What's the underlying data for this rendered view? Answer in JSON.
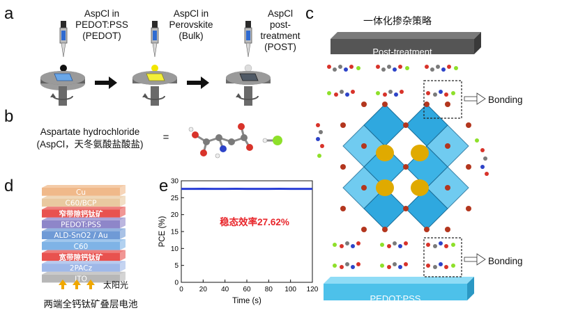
{
  "panels": {
    "a": "a",
    "b": "b",
    "c": "c",
    "d": "d",
    "e": "e"
  },
  "panel_a": {
    "steps": [
      {
        "lines": "AspCl in\nPEDOT:PSS\n(PEDOT)"
      },
      {
        "lines": "AspCl in\nPerovskite\n(Bulk)"
      },
      {
        "lines": "AspCl\npost-\ntreatment\n(POST)"
      }
    ],
    "colors": {
      "drop1": "#111111",
      "drop2": "#f2e600",
      "drop3": "#dddddd",
      "sub1": "#6aa7e8",
      "sub2": "#f3ef3a",
      "sub3": "#505a66"
    }
  },
  "panel_b": {
    "name_line1": "Aspartate hydrochloride",
    "name_line2": "(AspCl，天冬氨酸盐酸盐)",
    "equals": "="
  },
  "panel_c": {
    "title": "一体化掺杂策略",
    "top_slab": "Post-treatment",
    "bottom_slab": "PEDOT:PSS",
    "bonding_top": "Bonding",
    "bonding_bottom": "Bonding",
    "colors": {
      "octahedron": "#2fa8df",
      "top_slab": "#555555",
      "bottom_slab": "#4dc1ea",
      "a_cation": "#e0aa00"
    }
  },
  "panel_d": {
    "layers": [
      {
        "label": "Cu",
        "color": "#f0b98a"
      },
      {
        "label": "C60/BCP",
        "color": "#e9c9a0"
      },
      {
        "label": "窄带隙钙钛矿",
        "color": "#e8524f"
      },
      {
        "label": "PEDOT:PSS",
        "color": "#8e86c9"
      },
      {
        "label": "ALD-SnO2 / Au",
        "color": "#6f9ad6"
      },
      {
        "label": "C60",
        "color": "#7fb3e6"
      },
      {
        "label": "宽带隙钙钛矿",
        "color": "#e8524f"
      },
      {
        "label": "2PACz",
        "color": "#9fb8e8"
      },
      {
        "label": "ITO",
        "color": "#b7b7b7"
      }
    ],
    "sunlight": "太阳光",
    "caption": "两端全钙钛矿叠层电池"
  },
  "panel_e": {
    "annotation": "稳态效率27.62%",
    "chart_data": {
      "type": "line",
      "xlabel": "Time (s)",
      "ylabel": "PCE (%)",
      "xlim": [
        0,
        120
      ],
      "ylim": [
        0,
        30
      ],
      "xticks": [
        0,
        20,
        40,
        60,
        80,
        100,
        120
      ],
      "yticks": [
        0,
        5,
        10,
        15,
        20,
        25,
        30
      ],
      "series": [
        {
          "x": [
            0,
            10,
            20,
            30,
            40,
            50,
            60,
            70,
            80,
            90,
            100,
            110,
            120
          ],
          "values": [
            27.62,
            27.6,
            27.64,
            27.6,
            27.62,
            27.63,
            27.61,
            27.62,
            27.6,
            27.63,
            27.62,
            27.61,
            27.62
          ]
        }
      ],
      "line_color": "#2a3fd6"
    }
  }
}
